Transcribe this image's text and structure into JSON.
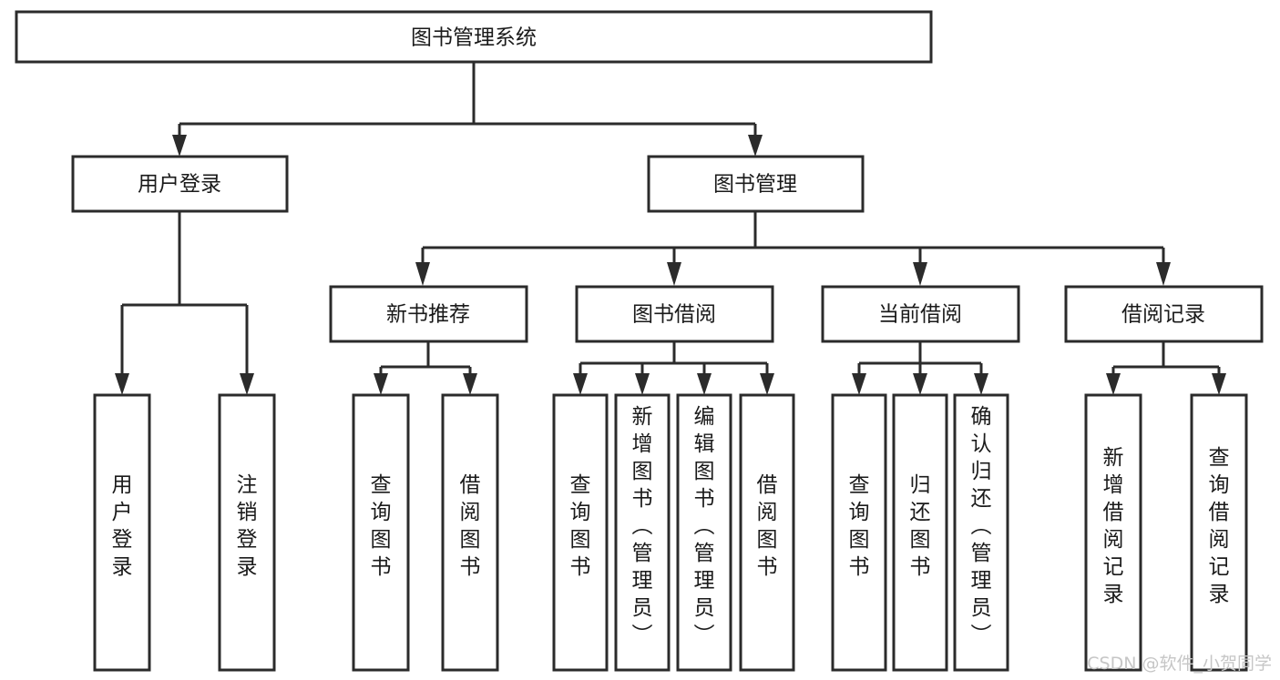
{
  "diagram": {
    "type": "tree-hierarchy-chart",
    "title": "图书管理系统",
    "background_color": "#ffffff",
    "line_color": "#2b2b2b",
    "text_color": "#1a1a1a",
    "root": {
      "label": "图书管理系统"
    },
    "level1": [
      {
        "id": "user-login",
        "label": "用户登录"
      },
      {
        "id": "book-management",
        "label": "图书管理"
      }
    ],
    "level2": [
      {
        "id": "new-book-recommend",
        "label": "新书推荐",
        "parent": "book-management"
      },
      {
        "id": "book-borrow",
        "label": "图书借阅",
        "parent": "book-management"
      },
      {
        "id": "current-borrow",
        "label": "当前借阅",
        "parent": "book-management"
      },
      {
        "id": "borrow-record",
        "label": "借阅记录",
        "parent": "book-management"
      }
    ],
    "leaves": {
      "user-login": [
        {
          "id": "leaf-user-login",
          "label": "用户登录"
        },
        {
          "id": "leaf-logout-login",
          "label": "注销登录"
        }
      ],
      "new-book-recommend": [
        {
          "id": "leaf-query-book-1",
          "label": "查询图书"
        },
        {
          "id": "leaf-borrow-book-1",
          "label": "借阅图书"
        }
      ],
      "book-borrow": [
        {
          "id": "leaf-query-book-2",
          "label": "查询图书"
        },
        {
          "id": "leaf-add-book",
          "label": "新增图书（管理员）"
        },
        {
          "id": "leaf-edit-book",
          "label": "编辑图书（管理员）"
        },
        {
          "id": "leaf-borrow-book-2",
          "label": "借阅图书"
        }
      ],
      "current-borrow": [
        {
          "id": "leaf-query-book-3",
          "label": "查询图书"
        },
        {
          "id": "leaf-return-book",
          "label": "归还图书"
        },
        {
          "id": "leaf-confirm-return",
          "label": "确认归还（管理员）"
        }
      ],
      "borrow-record": [
        {
          "id": "leaf-add-record",
          "label": "新增借阅记录"
        },
        {
          "id": "leaf-query-record",
          "label": "查询借阅记录"
        }
      ]
    }
  },
  "watermark": {
    "text": "CSDN @软件_小贺同学"
  }
}
